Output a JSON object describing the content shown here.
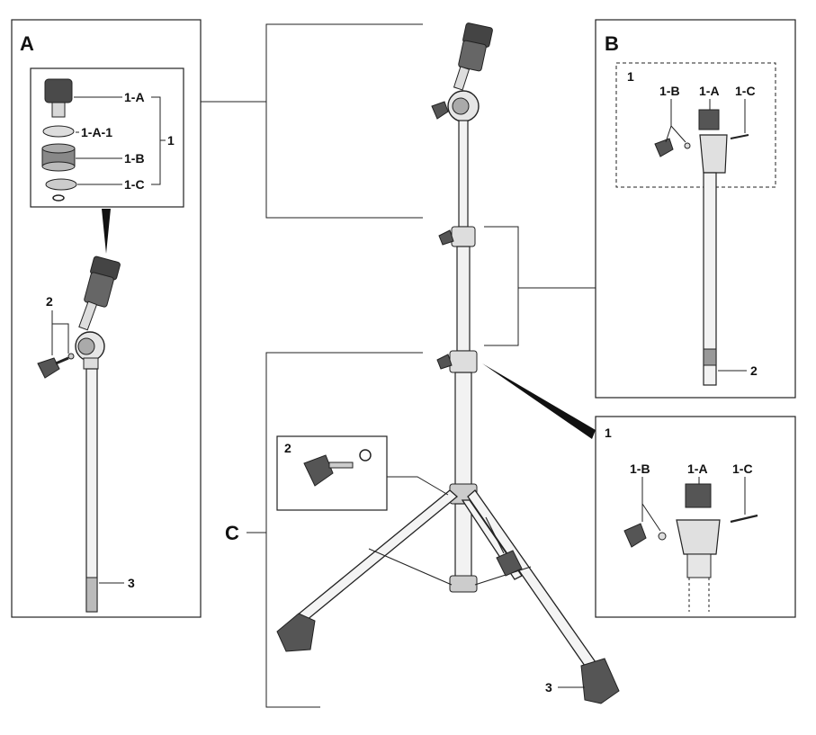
{
  "panels": {
    "a": {
      "letter": "A",
      "labels": {
        "one": "1",
        "one_a": "1-A",
        "one_a_1": "1-A-1",
        "one_b": "1-B",
        "one_c": "1-C",
        "two": "2",
        "three": "3"
      }
    },
    "b": {
      "letter": "B",
      "labels": {
        "one": "1",
        "one_a": "1-A",
        "one_b": "1-B",
        "one_c": "1-C",
        "two": "2"
      }
    },
    "c": {
      "letter": "C",
      "labels": {
        "two": "2",
        "three": "3"
      }
    },
    "detail": {
      "labels": {
        "one": "1",
        "one_a": "1-A",
        "one_b": "1-B",
        "one_c": "1-C"
      }
    }
  },
  "colors": {
    "line": "#222222",
    "metal": "#e2e2e2",
    "dark": "#3a3a3a",
    "rubber": "#555555"
  }
}
